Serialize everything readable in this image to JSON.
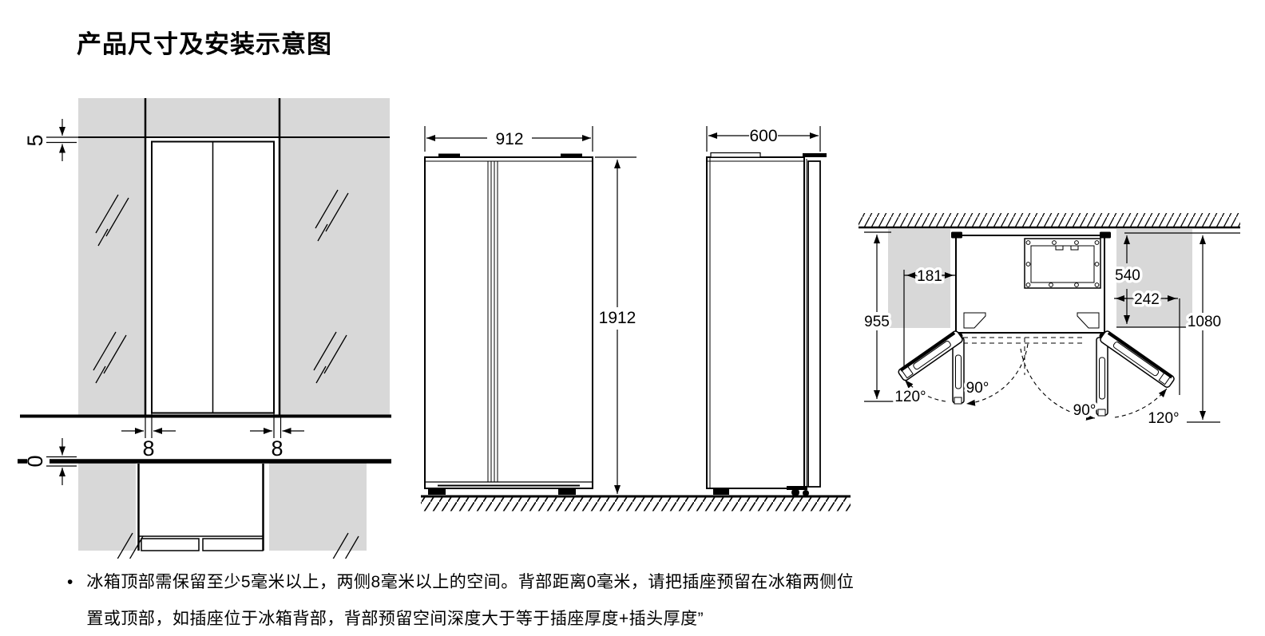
{
  "title": "产品尺寸及安装示意图",
  "dims": {
    "top_clearance": "5",
    "side_left": "8",
    "side_right": "8",
    "back_clearance": "0",
    "front_width": "912",
    "front_height": "1912",
    "side_depth": "600",
    "left_door_protrusion": "181",
    "right_recess_depth": "540",
    "right_door_protrusion": "242",
    "left_open_depth": "955",
    "right_open_depth": "1080",
    "left_angle_full": "120°",
    "left_angle_half": "90°",
    "right_angle_half": "90°",
    "right_angle_full": "120°"
  },
  "notes": {
    "bullet": "•",
    "line1": "冰箱顶部需保留至少5毫米以上，两侧8毫米以上的空间。背部距离0毫米，请把插座预留在冰箱两侧位",
    "line2": "置或顶部，如插座位于冰箱背部，背部预留空间深度大于等于插座厚度+插头厚度”"
  }
}
